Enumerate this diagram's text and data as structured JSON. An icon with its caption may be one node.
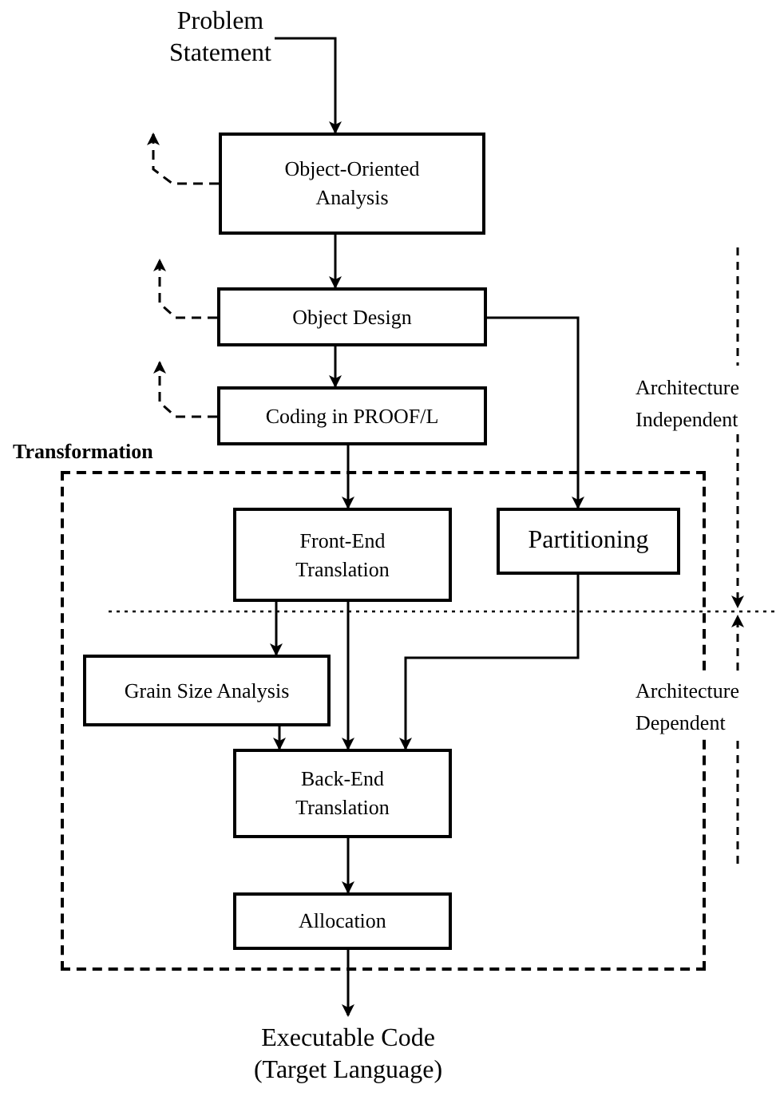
{
  "diagram": {
    "nodes": [
      {
        "text": [
          "Problem Statement"
        ]
      },
      {
        "text": [
          "Object-Oriented Analysis"
        ]
      },
      {
        "text": [
          "Object Design"
        ]
      },
      {
        "text": [
          "Coding in PROOF/L"
        ]
      },
      {
        "text": [
          "Transformation"
        ]
      },
      {
        "text": [
          "Front-End Translation"
        ],
        "in": 4
      },
      {
        "text": [
          "Partitioning"
        ],
        "in": 4
      },
      {
        "text": [
          "Grain Size Analysis"
        ],
        "in": 4
      },
      {
        "text": [
          "Back-End Translation"
        ],
        "in": 4
      },
      {
        "text": [
          "Allocation"
        ],
        "in": 4
      },
      {
        "text": [
          "Executable Code (Target Language)"
        ]
      }
    ],
    "edges": [
      {
        "from": 0,
        "to": 1,
        "arrow": "to"
      },
      {
        "from": 1,
        "to": null,
        "arrow": "to",
        "style": "dashed"
      },
      {
        "from": 1,
        "to": 2,
        "arrow": "to"
      },
      {
        "from": 2,
        "to": null,
        "arrow": "to",
        "style": "dashed"
      },
      {
        "from": 2,
        "to": 3,
        "arrow": "to"
      },
      {
        "from": 3,
        "to": null,
        "arrow": "to",
        "style": "dashed"
      },
      {
        "from": 2,
        "to": 6,
        "arrow": "to"
      },
      {
        "from": 3,
        "to": 5,
        "arrow": "to"
      },
      {
        "from": 5,
        "to": 7,
        "arrow": "to"
      },
      {
        "from": 5,
        "to": 8,
        "arrow": "to"
      },
      {
        "from": 7,
        "to": 8,
        "arrow": "to"
      },
      {
        "from": 6,
        "to": 8,
        "arrow": "to"
      },
      {
        "from": 8,
        "to": 9,
        "arrow": "to"
      },
      {
        "from": 9,
        "to": 10,
        "arrow": "to"
      }
    ],
    "labels": [
      "Architecture Independent",
      "Architecture Dependent"
    ]
  }
}
